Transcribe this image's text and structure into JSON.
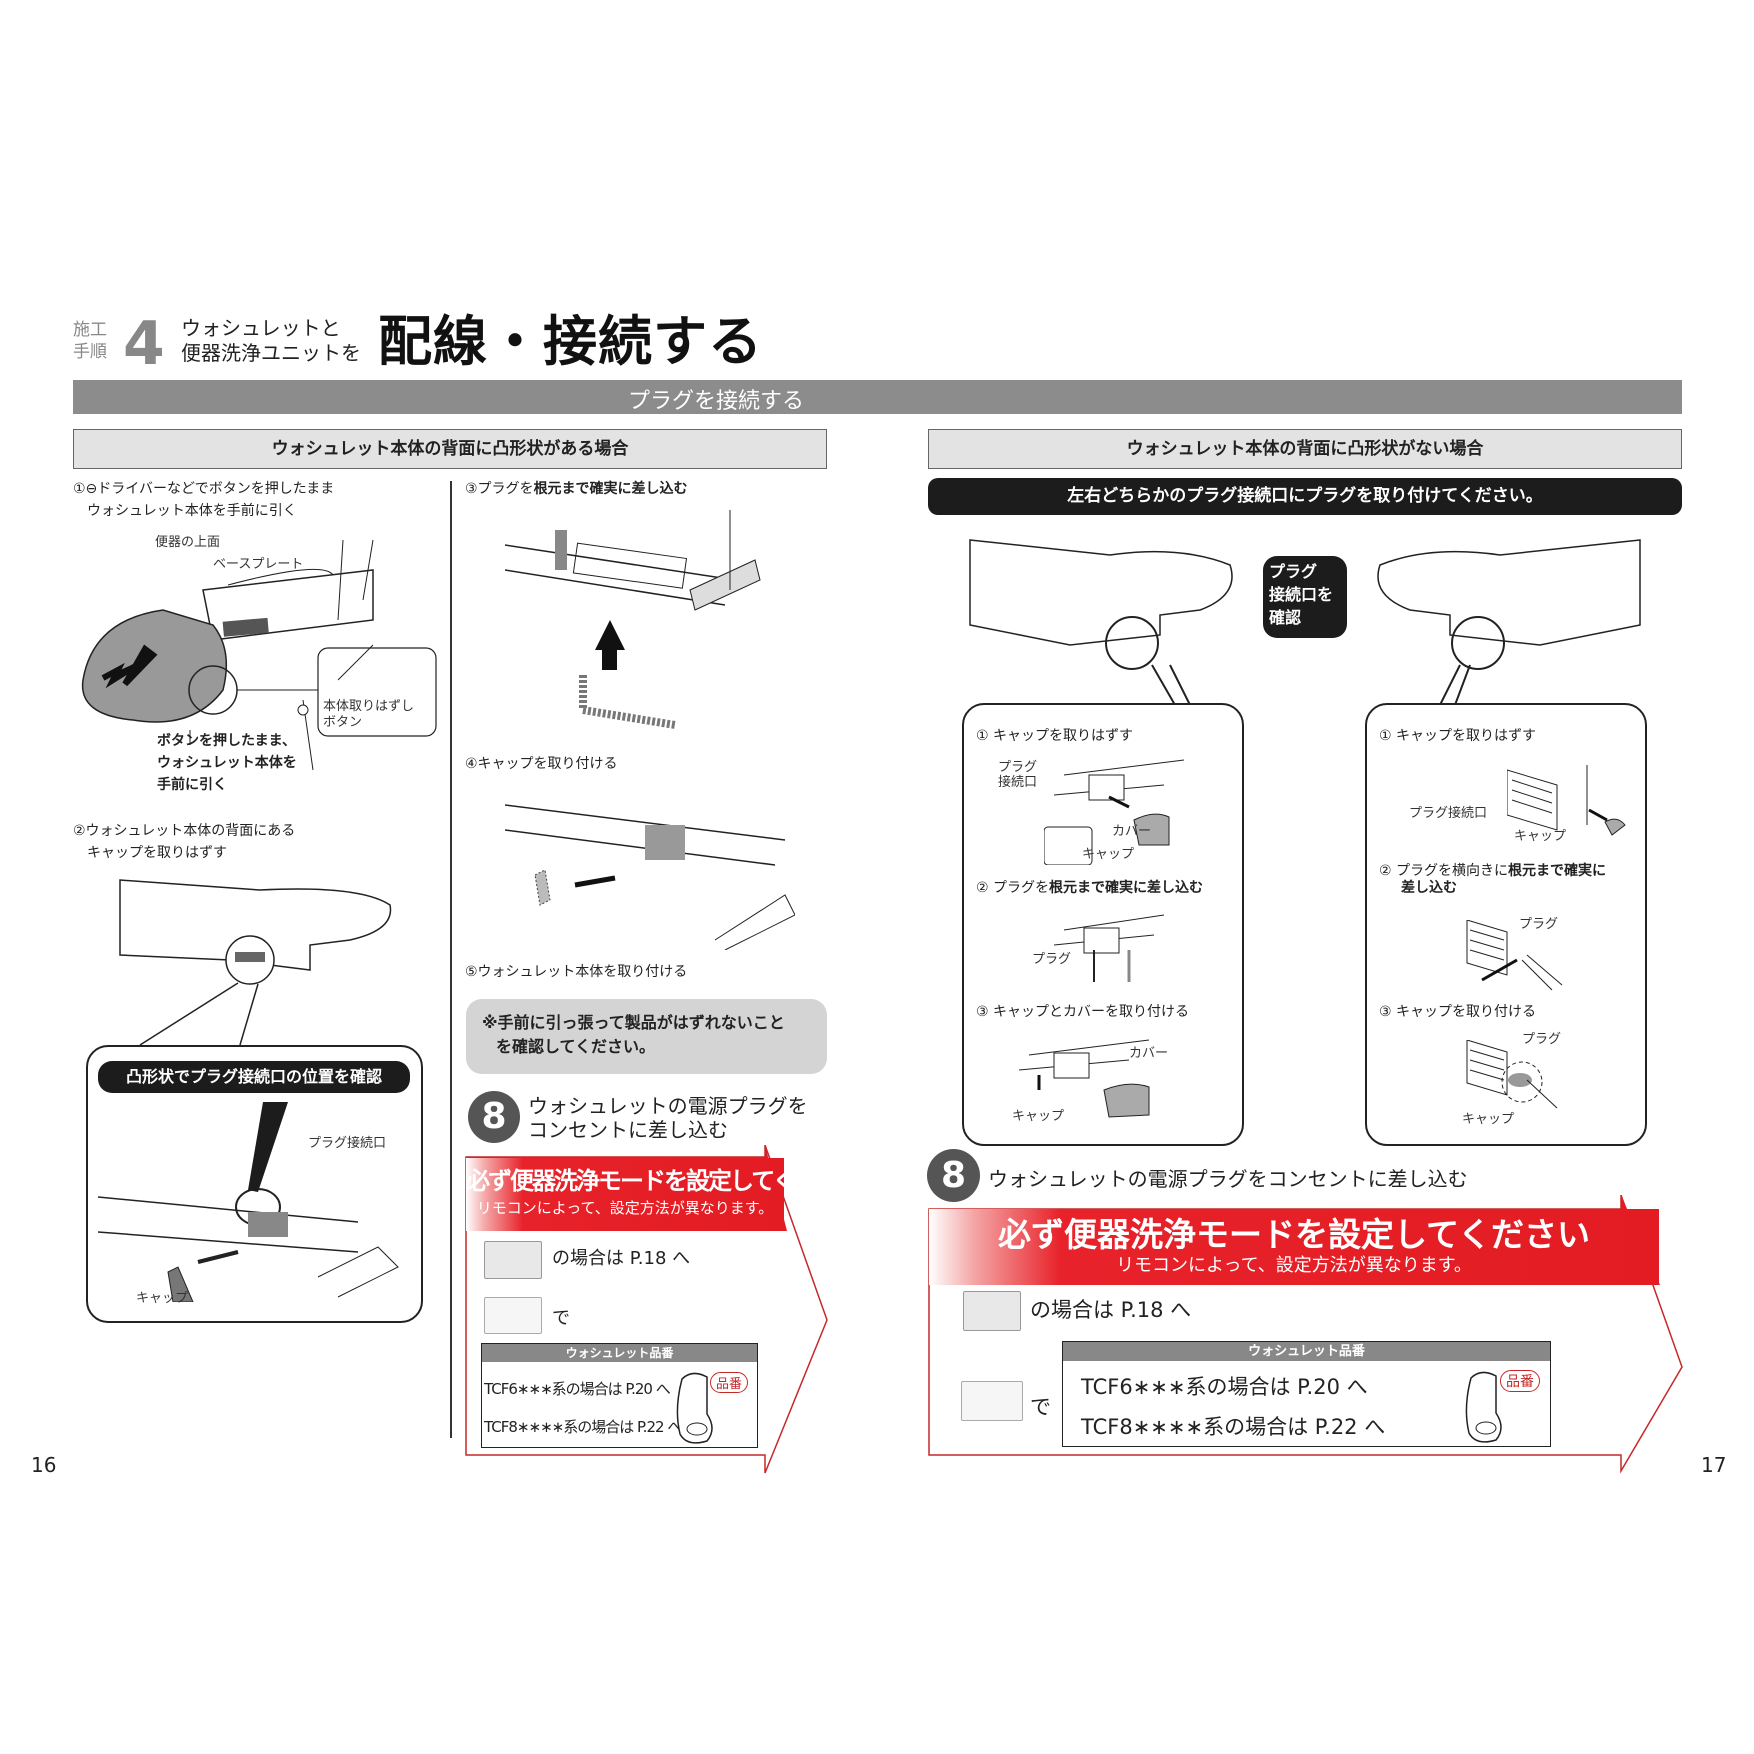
{
  "header": {
    "step_label_1": "施工",
    "step_label_2": "手順",
    "step_number": "4",
    "subtitle_1": "ウォシュレットと",
    "subtitle_2": "便器洗浄ユニットを",
    "title": "配線・接続する",
    "section": "プラグを接続する"
  },
  "left": {
    "header": "ウォシュレット本体の背面に凸形状がある場合",
    "step1_line1": "①⊖ドライバーなどでボタンを押したまま",
    "step1_line2": "ウォシュレット本体を手前に引く",
    "label_toilet_top": "便器の上面",
    "label_base_plate": "ベースプレート",
    "label_release_button": "本体取りはずし\nボタン",
    "release_button_1": "本体取りはずし",
    "release_button_2": "ボタン",
    "instr_1": "ボタンを押したまま、",
    "instr_2": "ウォシュレット本体を",
    "instr_3": "手前に引く",
    "step2_line1": "②ウォシュレット本体の背面にある",
    "step2_line2": "キャップを取りはずす",
    "callout_title": "凸形状でプラグ接続口の位置を確認",
    "label_plug_port": "プラグ接続口",
    "label_cap": "キャップ",
    "step3_prefix": "③プラグを",
    "step3_bold": "根元まで確実に差し込む",
    "step4": "④キャップを取り付ける",
    "step5": "⑤ウォシュレット本体を取り付ける",
    "note_1": "※手前に引っ張って製品がはずれないこと",
    "note_2": "を確認してください。",
    "step8_num": "8",
    "step8_line1": "ウォシュレットの電源プラグを",
    "step8_line2": "コンセントに差し込む",
    "banner_title": "必ず便器洗浄モードを設定してください",
    "banner_sub": "リモコンによって、設定方法が異なります。",
    "remote1_text": "の場合は P.18 へ",
    "remote2_text": "で",
    "table_header": "ウォシュレット品番",
    "row1": "TCF6∗∗∗系の場合は P.20 へ",
    "row2": "TCF8∗∗∗∗系の場合は P.22 へ",
    "part_no_label": "品番",
    "page_number": "16"
  },
  "right": {
    "header": "ウォシュレット本体の背面に凸形状がない場合",
    "instruction": "左右どちらかのプラグ接続口にプラグを取り付けてください。",
    "center_badge_1": "プラグ",
    "center_badge_2": "接続口を",
    "center_badge_3": "確認",
    "box1": {
      "step1": "① キャップを取りはずす",
      "label_port_1": "プラグ",
      "label_port_2": "接続口",
      "label_cover": "カバー",
      "label_cap": "キャップ",
      "step2_prefix": "② プラグを",
      "step2_bold": "根元まで確実に差し込む",
      "label_plug": "プラグ",
      "step3": "③ キャップとカバーを取り付ける",
      "label_cover2": "カバー",
      "label_cap2": "キャップ"
    },
    "box2": {
      "step1": "① キャップを取りはずす",
      "label_port": "プラグ接続口",
      "label_cap": "キャップ",
      "step2_prefix": "② プラグを横向きに",
      "step2_bold_1": "根元まで確実に",
      "step2_bold_2": "差し込む",
      "label_plug": "プラグ",
      "step3": "③ キャップを取り付ける",
      "label_plug2": "プラグ",
      "label_cap2": "キャップ"
    },
    "step8_num": "8",
    "step8_text": "ウォシュレットの電源プラグをコンセントに差し込む",
    "banner_title": "必ず便器洗浄モードを設定してください",
    "banner_sub": "リモコンによって、設定方法が異なります。",
    "remote1_text": "の場合は P.18 へ",
    "remote2_text": "で",
    "table_header": "ウォシュレット品番",
    "row1": "TCF6∗∗∗系の場合は P.20 へ",
    "row2": "TCF8∗∗∗∗系の場合は P.22 へ",
    "part_no_label": "品番",
    "page_number": "17"
  },
  "colors": {
    "accent_red": "#e31c23",
    "gray_bar": "#8c8c8c",
    "dark": "#1c1c1c"
  }
}
